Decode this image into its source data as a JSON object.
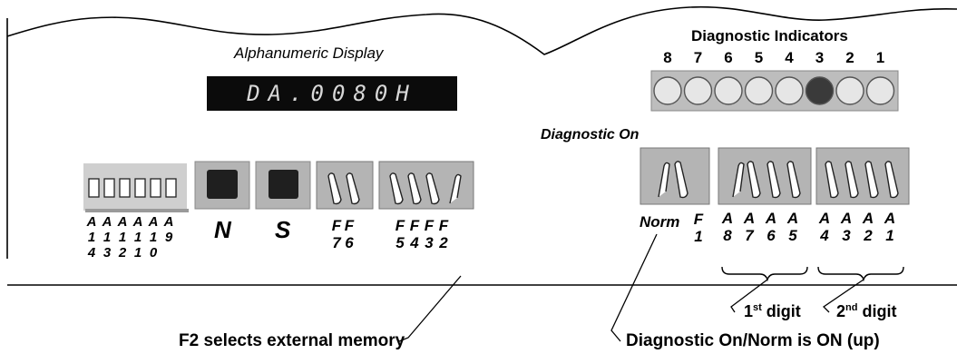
{
  "alphanumeric": {
    "title": "Alphanumeric Display",
    "readout": "DA.0080H"
  },
  "diagnostic_indicators": {
    "title": "Diagnostic Indicators",
    "numbers": [
      "8",
      "7",
      "6",
      "5",
      "4",
      "3",
      "2",
      "1"
    ],
    "lit_index": 5,
    "led_color": "#e6e6e6",
    "lit_color": "#3a3a3a"
  },
  "diagnostic_on_label": "Diagnostic On",
  "dip_labels": [
    {
      "letter": "A",
      "num": "1",
      "num2": "4"
    },
    {
      "letter": "A",
      "num": "1",
      "num2": "3"
    },
    {
      "letter": "A",
      "num": "1",
      "num2": "2"
    },
    {
      "letter": "A",
      "num": "1",
      "num2": "1"
    },
    {
      "letter": "A",
      "num": "1",
      "num2": "0"
    },
    {
      "letter": "A",
      "num": "9",
      "num2": ""
    }
  ],
  "buttons": {
    "n": "N",
    "s": "S"
  },
  "f76_labels": [
    {
      "letter": "F",
      "num": "7"
    },
    {
      "letter": "F",
      "num": "6"
    }
  ],
  "f5432_labels": [
    {
      "letter": "F",
      "num": "5"
    },
    {
      "letter": "F",
      "num": "4"
    },
    {
      "letter": "F",
      "num": "3"
    },
    {
      "letter": "F",
      "num": "2"
    }
  ],
  "norm_label": "Norm",
  "f1_label": {
    "letter": "F",
    "num": "1"
  },
  "first_digit_labels": [
    {
      "letter": "A",
      "num": "8"
    },
    {
      "letter": "A",
      "num": "7"
    },
    {
      "letter": "A",
      "num": "6"
    },
    {
      "letter": "A",
      "num": "5"
    }
  ],
  "second_digit_labels": [
    {
      "letter": "A",
      "num": "4"
    },
    {
      "letter": "A",
      "num": "3"
    },
    {
      "letter": "A",
      "num": "2"
    },
    {
      "letter": "A",
      "num": "1"
    }
  ],
  "digit_notes": {
    "first_base": "1",
    "first_sup": "st",
    "first_word": " digit",
    "second_base": "2",
    "second_sup": "nd",
    "second_word": " digit"
  },
  "notes": {
    "f2": "F2 selects external memory",
    "diag": "Diagnostic On/Norm is ON (up)"
  },
  "colors": {
    "panel_gray": "#b4b4b4",
    "dip_block": "#cfcfcf",
    "button_face": "#1f1f1f"
  }
}
